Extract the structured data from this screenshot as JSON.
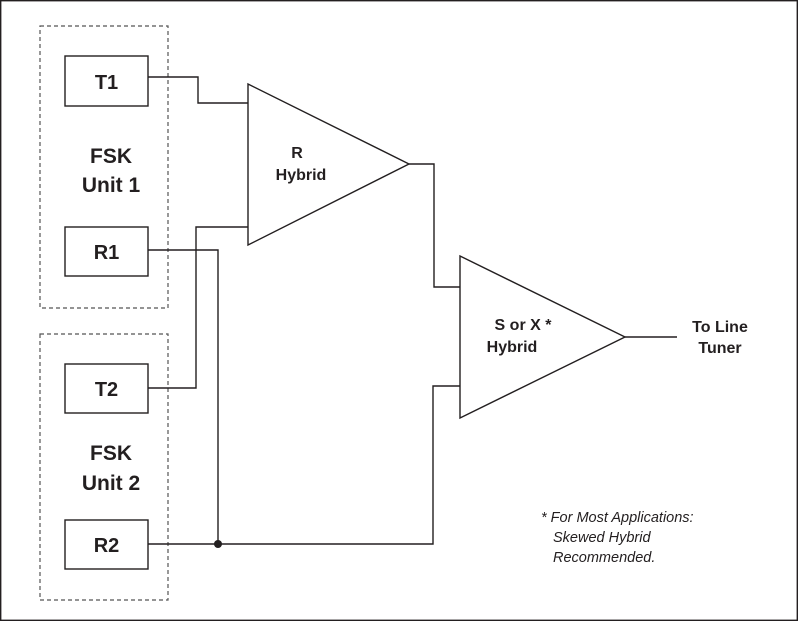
{
  "fsk_unit_1": {
    "label_line1": "FSK",
    "label_line2": "Unit 1",
    "transmit_block": "T1",
    "receive_block": "R1"
  },
  "fsk_unit_2": {
    "label_line1": "FSK",
    "label_line2": "Unit 2",
    "transmit_block": "T2",
    "receive_block": "R2"
  },
  "r_hybrid": {
    "line1": "R",
    "line2": "Hybrid"
  },
  "s_or_x_hybrid": {
    "line1": "S or X *",
    "line2": "Hybrid"
  },
  "output": {
    "line1": "To Line",
    "line2": "Tuner"
  },
  "footnote": {
    "line1": "* For Most Applications:",
    "line2": "Skewed Hybrid",
    "line3": "Recommended."
  },
  "colors": {
    "line": "#231f20",
    "dashed_border": "#555555",
    "background": "#ffffff"
  }
}
